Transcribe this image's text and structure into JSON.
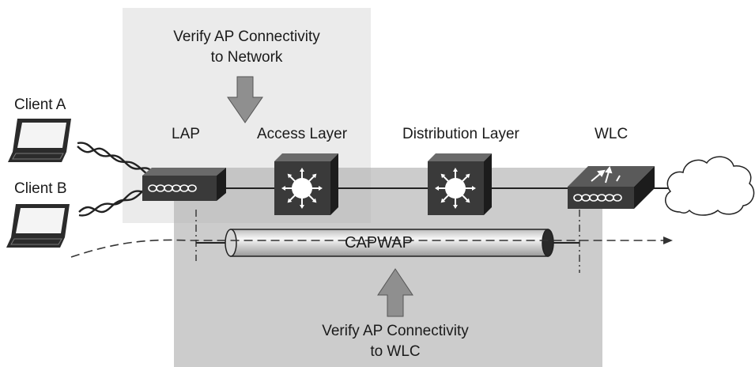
{
  "title_top": {
    "line1": "Verify AP Connectivity",
    "line2": "to Network"
  },
  "title_bottom": {
    "line1": "Verify AP Connectivity",
    "line2": "to WLC"
  },
  "clients": [
    {
      "label": "Client A"
    },
    {
      "label": "Client B"
    }
  ],
  "devices": {
    "lap": "LAP",
    "access": "Access Layer",
    "distribution": "Distribution Layer",
    "wlc": "WLC"
  },
  "tunnel_label": "CAPWAP",
  "icons": [
    "laptop-icon",
    "wireless-signal-icon",
    "access-point-icon",
    "multilayer-switch-icon",
    "wlc-icon",
    "cloud-icon",
    "down-arrow-icon",
    "up-arrow-icon"
  ],
  "colors": {
    "light_box": "#ebebeb",
    "dark_box": "#cccccc",
    "device": "#3d3d3d",
    "arrow": "#8f8f8f"
  }
}
